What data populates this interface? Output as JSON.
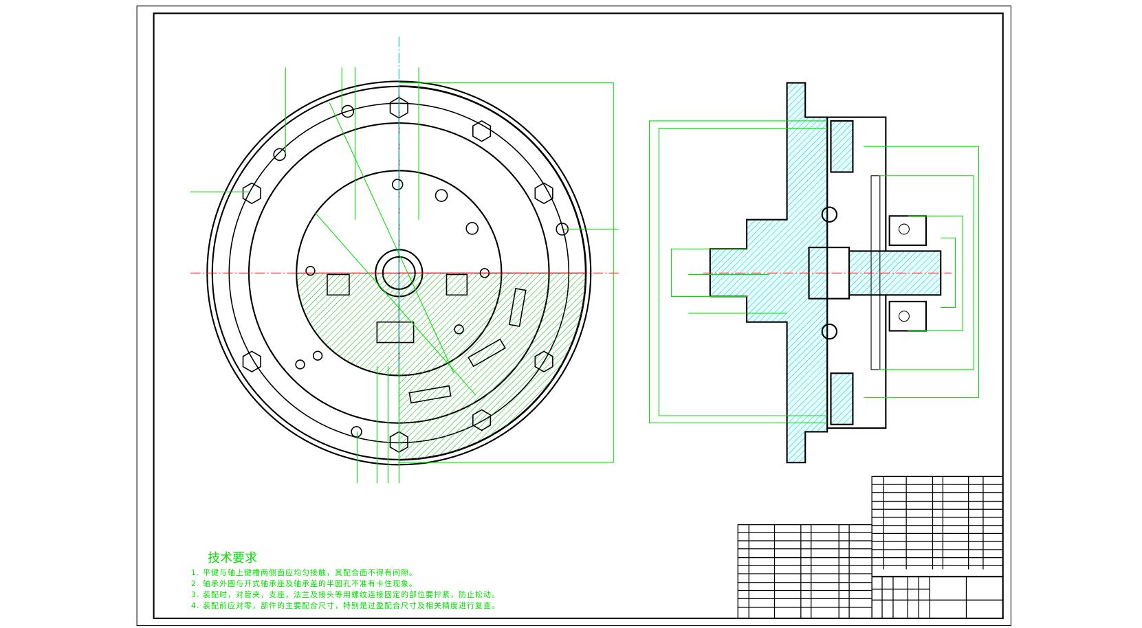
{
  "technical_requirements": {
    "title": "技术要求",
    "items": [
      "1. 平键与轴上键槽两侧面应均匀接触，其配合面不得有间隙。",
      "2. 轴承外圈与开式轴承座及轴承盖的半圆孔不准有卡住现象。",
      "3. 装配时，对管夹，支座，法兰及接头等用螺纹连接固定的部位要拧紧，防止松动。",
      "4. 装配前应对零，部件的主要配合尺寸，特别是过盈配合尺寸及相关精度进行复查。"
    ]
  },
  "colors": {
    "outline": "#000000",
    "dimension": "#00e000",
    "centerline": "#ff0000",
    "hatch": "#00c8c8"
  }
}
